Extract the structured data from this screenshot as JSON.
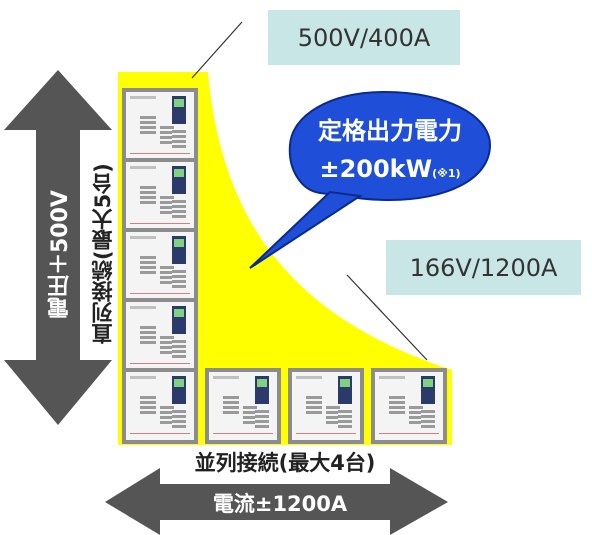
{
  "labels": {
    "top_spec": "500V/400A",
    "right_spec": "166V/1200A",
    "bubble_line1": "定格出力電力",
    "bubble_line2": "±200kW",
    "bubble_note": "(※1)",
    "series_label": "直列接続(最大5台)",
    "parallel_label": "並列接続(最大4台)",
    "voltage_label": "電圧＋500V",
    "current_label": "電流±1200A"
  },
  "colors": {
    "yellow_area": "#ffff00",
    "arrow": "#555555",
    "spec_box": "#c9e6e6",
    "bubble": "#1f4fd8"
  },
  "units": {
    "series_count": 5,
    "parallel_count": 4
  }
}
